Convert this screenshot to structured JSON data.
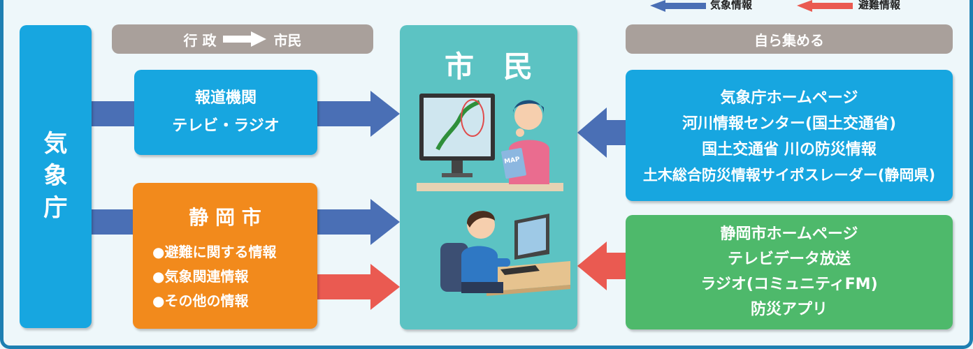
{
  "legend": {
    "weather_label": "気象情報",
    "weather_color": "#4a6fb5",
    "evac_label": "避難情報",
    "evac_color": "#ea5a51"
  },
  "jma": {
    "chars": [
      "気",
      "象",
      "庁"
    ]
  },
  "header_left": {
    "from": "行 政",
    "to": "市民"
  },
  "header_right": {
    "label": "自ら集める"
  },
  "media": {
    "line1": "報道機関",
    "line2": "テレビ・ラジオ"
  },
  "city": {
    "title": "静 岡 市",
    "items": [
      "●避難に関する情報",
      "●気象関連情報",
      "●その他の情報"
    ]
  },
  "citizen": {
    "title": "市　民"
  },
  "web_sources": {
    "lines": [
      "気象庁ホームページ",
      "河川情報センター(国土交通省)",
      "国土交通省 川の防災情報",
      "土木総合防災情報サイポスレーダー(静岡県)"
    ]
  },
  "city_sources": {
    "lines": [
      "静岡市ホームページ",
      "テレビデータ放送",
      "ラジオ(コミュニティFM)",
      "防災アプリ"
    ]
  },
  "monitor_label": "MAP"
}
